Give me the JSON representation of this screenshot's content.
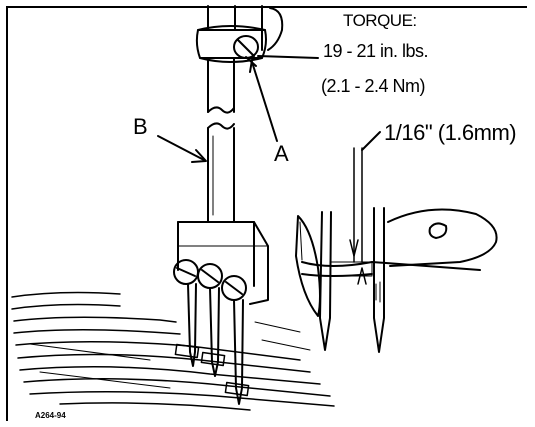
{
  "torque": {
    "title": "TORQUE:",
    "range_imperial": "19 - 21 in. lbs.",
    "range_metric": "(2.1 - 2.4 Nm)"
  },
  "callouts": {
    "a": "A",
    "b": "B"
  },
  "dimension": {
    "gap": "1/16\" (1.6mm)"
  },
  "figure_code": "A264-94"
}
